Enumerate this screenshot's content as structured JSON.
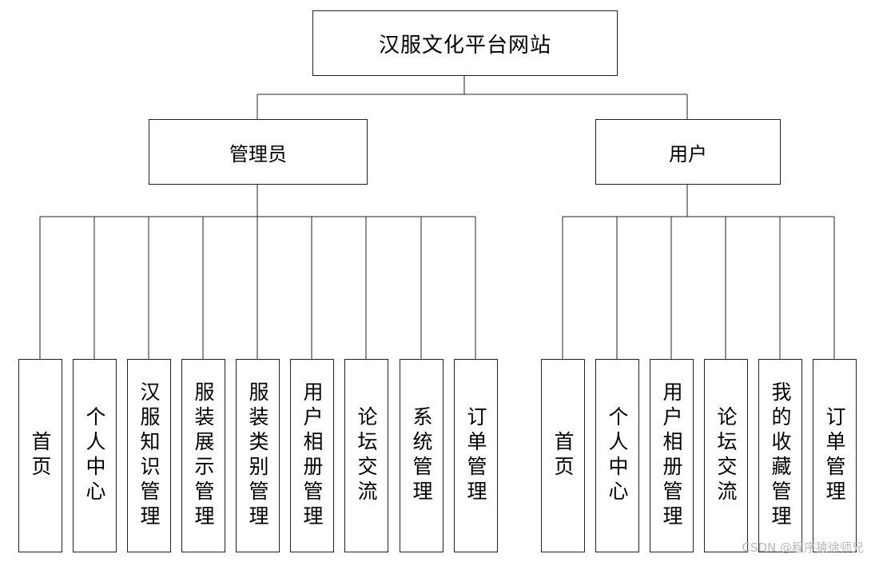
{
  "root": {
    "label": "汉服文化平台网站"
  },
  "admin": {
    "label": "管理员",
    "modules": [
      "首页",
      "个人中心",
      "汉服知识管理",
      "服装展示管理",
      "服装类别管理",
      "用户相册管理",
      "论坛交流",
      "系统管理",
      "订单管理"
    ]
  },
  "user": {
    "label": "用户",
    "modules": [
      "首页",
      "个人中心",
      "用户相册管理",
      "论坛交流",
      "我的收藏管理",
      "订单管理"
    ]
  },
  "watermark": "CSDN @程序猿徐师兄"
}
